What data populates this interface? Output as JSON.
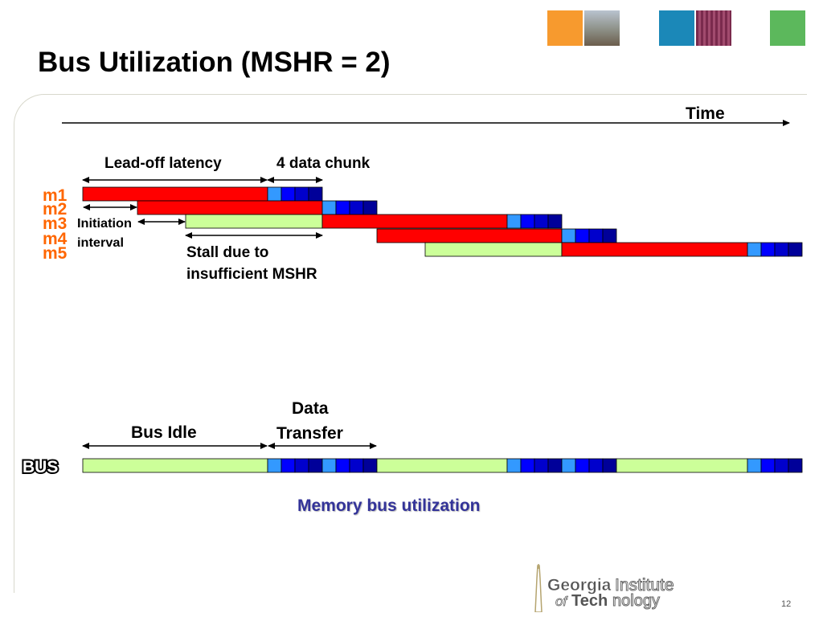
{
  "slide": {
    "title": "Bus Utilization (MSHR = 2)",
    "page_number": "12"
  },
  "diagram": {
    "time_label": "Time",
    "lead_off_latency_label": "Lead-off latency",
    "data_chunk_label": "4 data chunk",
    "initiation_label": "Initiation",
    "interval_label": "interval",
    "stall_label_1": "Stall due to",
    "stall_label_2": "insufficient MSHR",
    "rows": [
      "m1",
      "m2",
      "m3",
      "m4",
      "m5"
    ],
    "bus_idle_label": "Bus Idle",
    "data_label": "Data",
    "transfer_label": "Transfer",
    "bus_label": "BUS",
    "caption": "Memory bus utilization"
  },
  "logo": {
    "line1_bold": "Georgia",
    "line1_rest": "Institute",
    "line2_prefix": "of",
    "line2_bold": "Tech",
    "line2_rest": "nology"
  },
  "colors": {
    "latency": "#ff0000",
    "stall": "#ccff99",
    "chunk1": "#3399ff",
    "chunk2": "#0000ff",
    "chunk3": "#0000cc",
    "chunk4": "#000099",
    "row_label": "#ff6600",
    "caption": "#333399"
  }
}
